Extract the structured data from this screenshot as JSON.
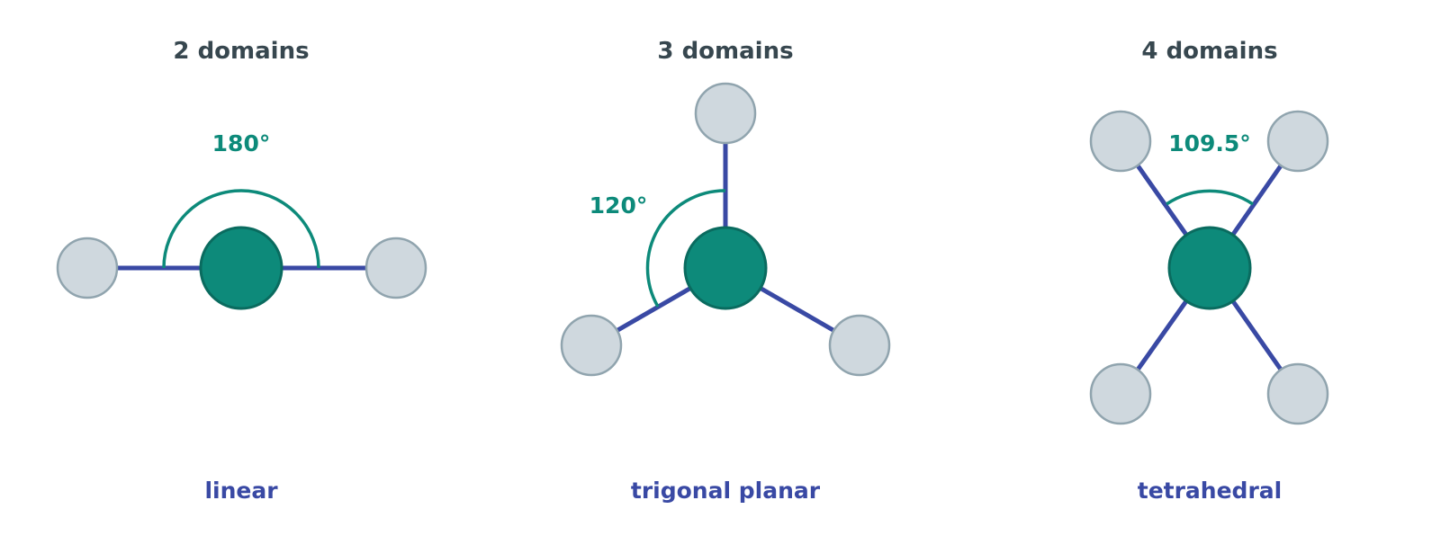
{
  "colors": {
    "heading": "#37474f",
    "accent": "#0d8a7a",
    "accent_dark": "#0a6b5f",
    "bond": "#3949a4",
    "outer_fill": "#cfd8de",
    "outer_stroke": "#90a4ae",
    "shape_label": "#3949a4"
  },
  "panels": [
    {
      "heading": "2 domains",
      "angle": "180°",
      "shape": "linear"
    },
    {
      "heading": "3 domains",
      "angle": "120°",
      "shape": "trigonal planar"
    },
    {
      "heading": "4 domains",
      "angle": "109.5°",
      "shape": "tetrahedral"
    }
  ]
}
